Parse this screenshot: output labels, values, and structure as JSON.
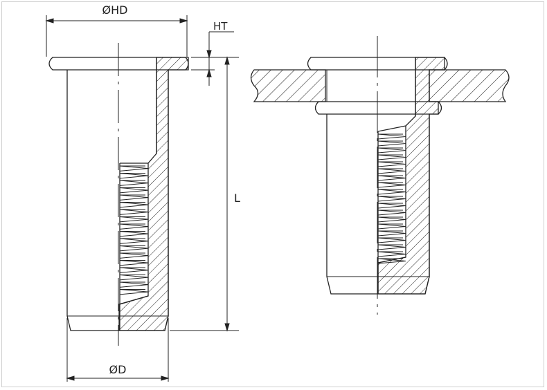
{
  "labels": {
    "head_diameter": "ØHD",
    "head_thickness": "HT",
    "length": "L",
    "body_diameter": "ØD"
  },
  "colors": {
    "stroke": "#222222",
    "background": "#ffffff",
    "frame": "#cfcfcf"
  }
}
